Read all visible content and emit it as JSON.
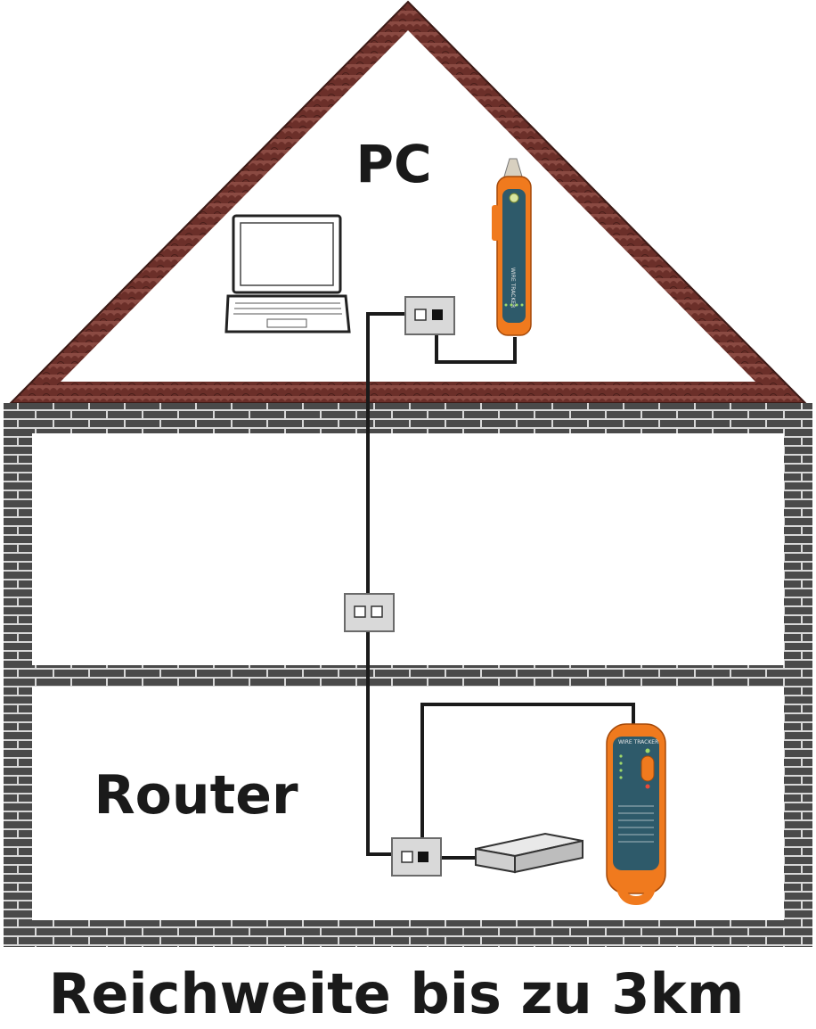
{
  "labels": {
    "top_room": "PC",
    "bottom_room": "Router",
    "caption": "Reichweite bis zu 3km"
  },
  "devices": {
    "receiver_text": "WIRE TRACKER",
    "transmitter_text": "WIRE TRACKER"
  },
  "icons": [
    "laptop-icon",
    "router-icon",
    "wall-socket-icon",
    "wire-tracker-receiver-icon",
    "wire-tracker-transmitter-icon"
  ],
  "colors": {
    "roof": "#6b2f29",
    "brick": "#4a4a4a",
    "device_orange": "#f07a1e",
    "device_teal": "#2e5a6a",
    "socket": "#d9d9d9",
    "cable": "#1a1a1a"
  }
}
